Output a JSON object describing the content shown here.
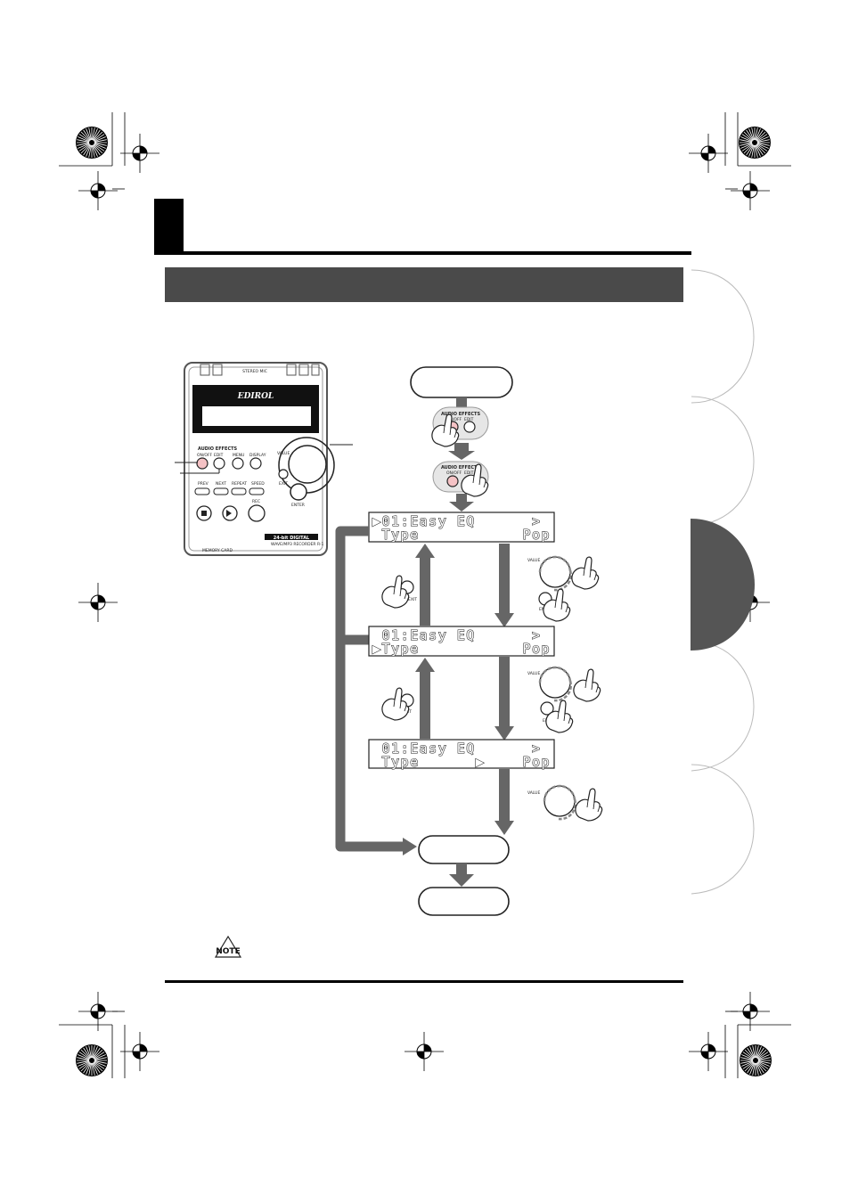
{
  "device": {
    "top_label": "STEREO MIC",
    "brand": "EDIROL",
    "section_label": "AUDIO EFFECTS",
    "onoff_label": "ON/OFF",
    "edit_label": "EDIT",
    "menu_label": "MENU",
    "display_label": "DISPLAY",
    "value_label": "VALUE",
    "exit_label": "EXIT",
    "enter_label": "ENTER",
    "prev_label": "PREV",
    "next_label": "NEXT",
    "repeat_label": "REPEAT",
    "speed_label": "SPEED",
    "rec_label": "REC",
    "digital_badge": "24-bit DIGITAL",
    "model_label": "WAVE/MP3 RECORDER R-1",
    "memory_label": "MEMORY CARD"
  },
  "flow": {
    "effects_onoff": "ON/OFF",
    "effects_edit": "EDIT",
    "effects_header": "AUDIO EFFECTS",
    "value_label": "VALUE",
    "exit_label": "EXIT",
    "enter_label": "ENT",
    "lcd1": {
      "line1": "▶01:Easy EQ      >",
      "line2": " Type           Pop"
    },
    "lcd2": {
      "line1": " 01:Easy EQ      >",
      "line2": "▶Type           Pop"
    },
    "lcd3": {
      "line1": " 01:Easy EQ      >",
      "line2": " Type      ▶    Pop"
    }
  },
  "note_label": "NOTE"
}
